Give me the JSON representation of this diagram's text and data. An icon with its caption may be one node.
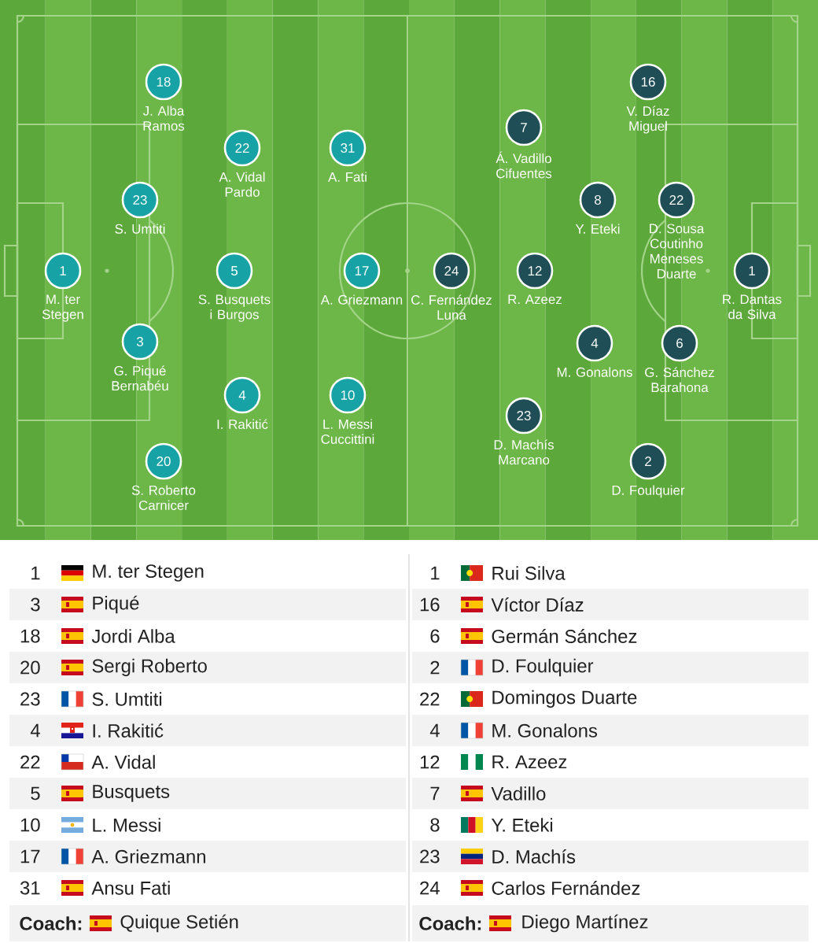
{
  "diagram": {
    "nodes": [
      {
        "text": [
          "1"
        ],
        "beside": [
          "M. ter Stegen"
        ]
      },
      {
        "text": [
          "3"
        ],
        "beside": [
          "G. Piqué Bernabéu"
        ]
      },
      {
        "text": [
          "18"
        ],
        "beside": [
          "J. Alba Ramos"
        ]
      },
      {
        "text": [
          "20"
        ],
        "beside": [
          "S. Roberto Carnicer"
        ]
      },
      {
        "text": [
          "23"
        ],
        "beside": [
          "S. Umtiti"
        ]
      },
      {
        "text": [
          "4"
        ],
        "beside": [
          "I. Rakitić"
        ]
      },
      {
        "text": [
          "22"
        ],
        "beside": [
          "A. Vidal Pardo"
        ]
      },
      {
        "text": [
          "5"
        ],
        "beside": [
          "S. Busquets i Burgos"
        ]
      },
      {
        "text": [
          "10"
        ],
        "beside": [
          "L. Messi Cuccittini"
        ]
      },
      {
        "text": [
          "17"
        ],
        "beside": [
          "A. Griezmann"
        ]
      },
      {
        "text": [
          "31"
        ],
        "beside": [
          "A. Fati"
        ]
      },
      {
        "text": [
          "1"
        ],
        "beside": [
          "R. Dantas da Silva"
        ]
      },
      {
        "text": [
          "16"
        ],
        "beside": [
          "V. Díaz Miguel"
        ]
      },
      {
        "text": [
          "6"
        ],
        "beside": [
          "G. Sánchez Barahona"
        ]
      },
      {
        "text": [
          "2"
        ],
        "beside": [
          "D. Foulquier"
        ]
      },
      {
        "text": [
          "22"
        ],
        "beside": [
          "D. Sousa Coutinho Meneses Duarte"
        ]
      },
      {
        "text": [
          "4"
        ],
        "beside": [
          "M. Gonalons"
        ]
      },
      {
        "text": [
          "12"
        ],
        "beside": [
          "R. Azeez"
        ]
      },
      {
        "text": [
          "7"
        ],
        "beside": [
          "Á. Vadillo Cifuentes"
        ]
      },
      {
        "text": [
          "8"
        ],
        "beside": [
          "Y. Eteki"
        ]
      },
      {
        "text": [
          "23"
        ],
        "beside": [
          "D. Machís Marcano"
        ]
      },
      {
        "text": [
          "24"
        ],
        "beside": [
          "C. Fernández Luna"
        ]
      }
    ],
    "labels": [
      "1",
      "M. ter Stegen",
      "3",
      "Piqué",
      "18",
      "Jordi Alba",
      "20",
      "Sergi Roberto",
      "23",
      "S. Umtiti",
      "4",
      "I. Rakitić",
      "22",
      "A. Vidal",
      "5",
      "Busquets",
      "10",
      "L. Messi",
      "17",
      "A. Griezmann",
      "31",
      "Ansu Fati",
      "Coach:",
      "Quique Setién",
      "1",
      "Rui Silva",
      "16",
      "Víctor Díaz",
      "6",
      "Germán Sánchez",
      "2",
      "D. Foulquier",
      "22",
      "Domingos Duarte",
      "4",
      "M. Gonalons",
      "12",
      "R. Azeez",
      "7",
      "Vadillo",
      "8",
      "Y. Eteki",
      "23",
      "D. Machís",
      "24",
      "Carlos Fernández",
      "Coach:",
      "Diego Martínez"
    ]
  }
}
